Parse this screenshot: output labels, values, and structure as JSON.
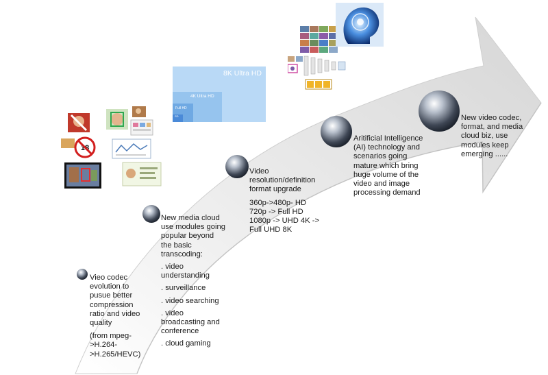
{
  "steps": [
    {
      "lines": [
        "Vieo codec",
        "evolution to",
        "pusue better",
        "compression",
        "ratio and video",
        "quality"
      ],
      "note": [
        "(from mpeg-",
        ">H.264-",
        ">H.265/HEVC)"
      ]
    },
    {
      "lines": [
        "New media cloud",
        "use modules going",
        "popular beyond",
        "the basic",
        "transcoding:"
      ],
      "bullets": [
        [
          ". video",
          "understanding"
        ],
        [
          ". surveillance"
        ],
        [
          ". video searching"
        ],
        [
          ". video",
          "broadcasting and",
          "conference"
        ],
        [
          ". cloud gaming"
        ]
      ]
    },
    {
      "lines": [
        "Video",
        "resolution/definition",
        "format upgrade"
      ],
      "details": [
        "360p->480p- HD",
        "720p -> Full HD",
        "1080p -> UHD 4K ->",
        "Full UHD 8K"
      ]
    },
    {
      "lines": [
        "Aritificial Intelligence",
        "(AI) technology and",
        "scenarios going",
        "mature which bring",
        "huge volume of the",
        "video and image",
        "processing demand"
      ]
    },
    {
      "lines": [
        "New video codec,",
        "format, and media",
        "cloud biz, use",
        "modules keep",
        "emerging ......"
      ]
    }
  ],
  "resolution_graphic": {
    "label_8k": "8K Ultra HD",
    "label_4k": "4K Ultra HD",
    "label_hd": "Full HD",
    "label_sd": "SD"
  },
  "icons": [
    "restricted-content-icon",
    "age-18-icon",
    "face-detection-icon",
    "text-recognition-icon",
    "surveillance-icon",
    "ai-brain-icon",
    "image-recognition-icon",
    "neural-network-icon"
  ],
  "colors": {
    "arrow_light": "#f4f4f4",
    "arrow_mid": "#d8d8d8",
    "res_8k": "#b9d9f6",
    "res_4k": "#96c4ee",
    "res_hd": "#6fa9e3",
    "res_sd": "#4a8ad8",
    "ai_blue": "#2a6fd6"
  }
}
